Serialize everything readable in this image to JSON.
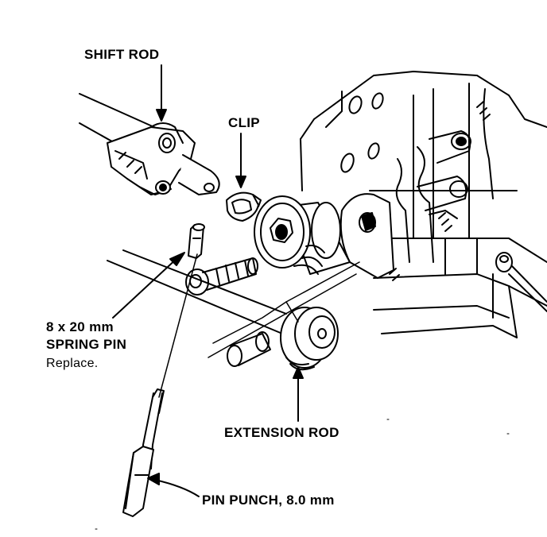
{
  "labels": {
    "shift_rod": "SHIFT ROD",
    "clip": "CLIP",
    "spring_pin_size": "8 x 20 mm",
    "spring_pin_name": "SPRING PIN",
    "spring_pin_note": "Replace.",
    "extension_rod": "EXTENSION ROD",
    "pin_punch": "PIN PUNCH, 8.0 mm"
  },
  "colors": {
    "ink": "#000000",
    "paper": "#ffffff"
  }
}
